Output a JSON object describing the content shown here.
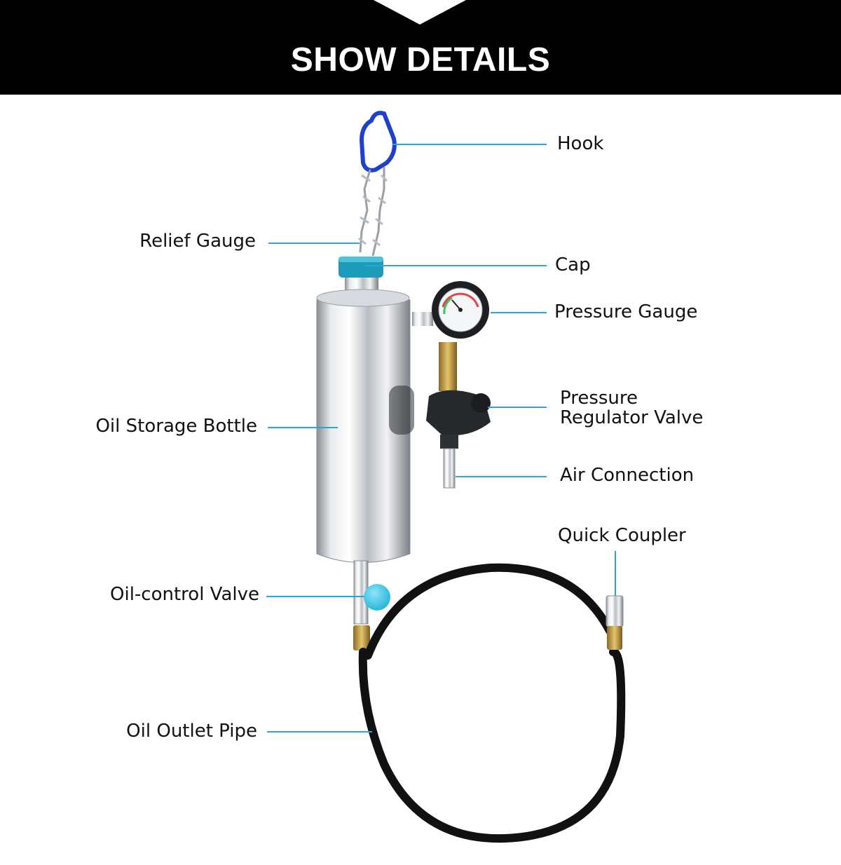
{
  "header": {
    "title": "SHOW DETAILS"
  },
  "labels": {
    "hook": "Hook",
    "relief_gauge": "Relief Gauge",
    "cap": "Cap",
    "pressure_gauge": "Pressure Gauge",
    "pressure_regulator_valve_line1": "Pressure",
    "pressure_regulator_valve_line2": "Regulator Valve",
    "oil_storage_bottle": "Oil Storage Bottle",
    "air_connection": "Air Connection",
    "quick_coupler": "Quick Coupler",
    "oil_control_valve": "Oil-control Valve",
    "oil_outlet_pipe": "Oil Outlet Pipe"
  },
  "colors": {
    "banner": "#000000",
    "banner_text": "#ffffff",
    "leader_line": "#2aa6d6",
    "cap_accent": "#1e9bb8",
    "hook": "#1f3fd1",
    "valve_knob": "#3cc6e6",
    "hose": "#111111"
  }
}
